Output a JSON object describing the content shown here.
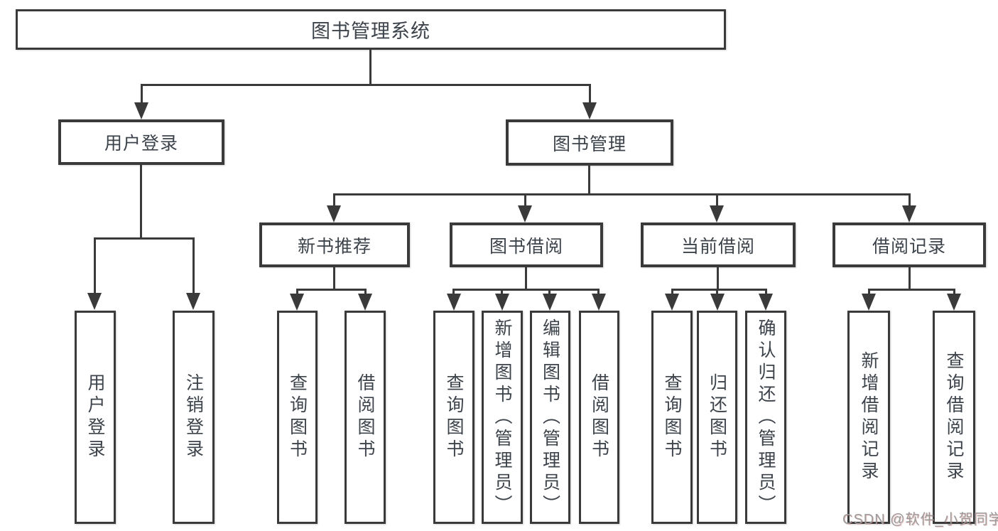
{
  "diagram": {
    "type": "tree-structure-chart",
    "orientation": "top-down",
    "colors": {
      "line": "#3a3a3a",
      "text": "#3d434b",
      "background": "#ffffff",
      "watermark": "#9b9b9b"
    }
  },
  "tree": {
    "root": {
      "label": "图书管理系统"
    },
    "branches": [
      {
        "label": "用户登录",
        "children": [
          {
            "label": "用户登录"
          },
          {
            "label": "注销登录"
          }
        ]
      },
      {
        "label": "图书管理",
        "groups": [
          {
            "label": "新书推荐",
            "children": [
              {
                "label": "查询图书"
              },
              {
                "label": "借阅图书"
              }
            ]
          },
          {
            "label": "图书借阅",
            "children": [
              {
                "label": "查询图书"
              },
              {
                "label": "新增图书（管理员）"
              },
              {
                "label": "编辑图书（管理员）"
              },
              {
                "label": "借阅图书"
              }
            ]
          },
          {
            "label": "当前借阅",
            "children": [
              {
                "label": "查询图书"
              },
              {
                "label": "归还图书"
              },
              {
                "label": "确认归还（管理员）"
              }
            ]
          },
          {
            "label": "借阅记录",
            "children": [
              {
                "label": "新增借阅记录"
              },
              {
                "label": "查询借阅记录"
              }
            ]
          }
        ]
      }
    ]
  },
  "watermark": {
    "text": "CSDN @软件_小贺同学"
  }
}
